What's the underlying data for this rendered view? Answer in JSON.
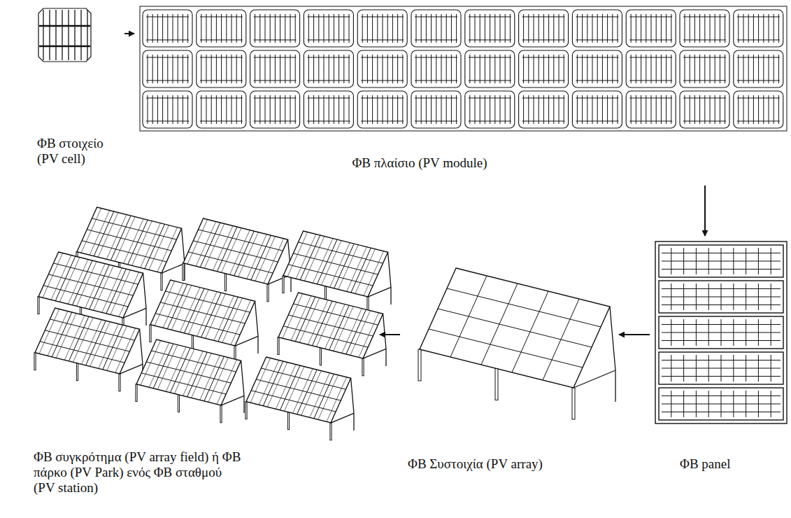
{
  "diagram": {
    "nodes": [
      {
        "text": [
          "ΦΒ στοιχείο (PV cell)"
        ]
      },
      {
        "text": [
          "ΦΒ πλαίσιο (PV module)"
        ]
      },
      {
        "text": [
          "ΦΒ panel"
        ]
      },
      {
        "text": [
          "ΦΒ Συστοιχία (PV array)"
        ]
      },
      {
        "text": [
          "ΦΒ συγκρότημα (PV array field) ή ΦΒ πάρκο (PV Park) ενός ΦΒ σταθμού (PV station)"
        ]
      }
    ],
    "edges": [
      {
        "from": 0,
        "to": 1,
        "arrow": "to"
      },
      {
        "from": 1,
        "to": 2,
        "arrow": "to"
      },
      {
        "from": 2,
        "to": 3,
        "arrow": "to"
      },
      {
        "from": 3,
        "to": 4,
        "arrow": "to"
      }
    ]
  }
}
